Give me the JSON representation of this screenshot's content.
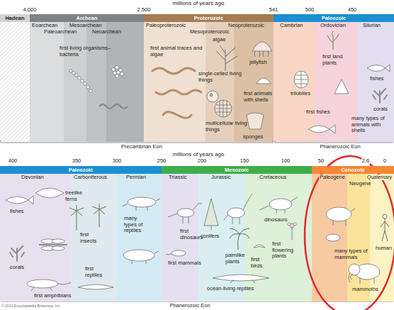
{
  "diagram": {
    "nodes": [
      {
        "text": [
          "Hadean"
        ]
      },
      {
        "text": [
          "Archean"
        ]
      },
      {
        "text": [
          "Proterozoic"
        ]
      },
      {
        "text": [
          "Paleozoic"
        ]
      },
      {
        "text": [
          "Paleozoic"
        ]
      },
      {
        "text": [
          "Mesozoic"
        ]
      },
      {
        "text": [
          "Cenozoic"
        ]
      }
    ],
    "labels": [
      "millions of years ago",
      "4,000",
      "2,500",
      "541",
      "500",
      "450",
      "Eoarchean",
      "Paleoarchean",
      "Mesoarchean",
      "Neoarchean",
      "Paleoproterozoic",
      "Mesoproterozoic",
      "Neoproterozoic",
      "Cambrian",
      "Ordovician",
      "Silurian",
      "first living organisms–bacteria",
      "first animal traces and algae",
      "algae",
      "single-celled living things",
      "multicellular living things",
      "first animals with shells",
      "jellyfish",
      "sponges",
      "trilobites",
      "first land plants",
      "first fishes",
      "fishes",
      "corals",
      "many types of animals with shells",
      "Precambrian Eon",
      "Phanerozoic Eon",
      "millions of years ago",
      "400",
      "350",
      "300",
      "250",
      "200",
      "150",
      "100",
      "50",
      "2.6",
      "0",
      "Devonian",
      "Carboniferous",
      "Permian",
      "Triassic",
      "Jurassic",
      "Cretaceous",
      "Paleogene",
      "Neogene",
      "Quaternary",
      "fishes",
      "corals",
      "treelike ferns",
      "first insects",
      "first reptiles",
      "first amphibians",
      "many types of reptiles",
      "first dinosaurs",
      "conifers",
      "first mammals",
      "palmlike plants",
      "dinosaurs",
      "first birds",
      "first flowering plants",
      "ocean-living reptiles",
      "many types of mammals",
      "human",
      "mammoths",
      "Phanerozoic Eon",
      "© 2013 Encyclopædia Britannica, Inc."
    ]
  }
}
